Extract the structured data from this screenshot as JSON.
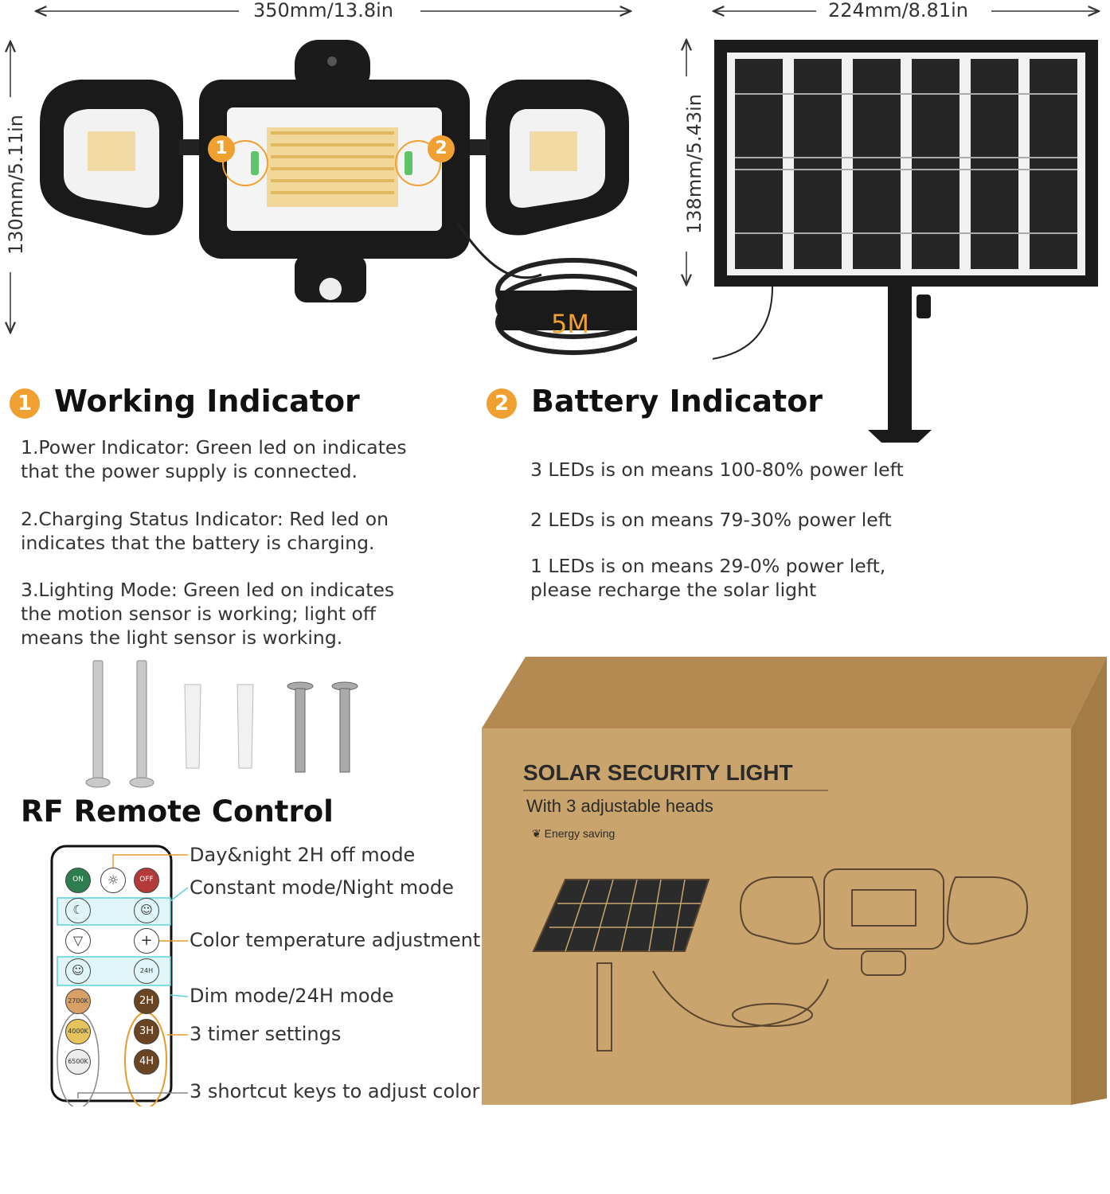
{
  "dimensions": {
    "light_width": "350mm/13.8in",
    "panel_width": "224mm/8.81in",
    "light_height": "130mm/5.11in",
    "panel_height": "138mm/5.43in",
    "cable_length": "5M"
  },
  "product_badges": [
    "1",
    "2"
  ],
  "working_indicator": {
    "badge": "1",
    "title": "Working Indicator",
    "items": [
      "1.Power Indicator: Green led on indicates\nthat the power supply is connected.",
      "2.Charging Status Indicator: Red led on\nindicates that the battery is charging.",
      "3.Lighting Mode: Green led on indicates\nthe motion sensor is working; light off\nmeans the light sensor is working."
    ]
  },
  "battery_indicator": {
    "badge": "2",
    "title": "Battery Indicator",
    "items": [
      "3 LEDs is on means 100-80% power left",
      "2 LEDs is on means 79-30% power left",
      "1 LEDs is on means 29-0% power left,\n please recharge the solar light"
    ]
  },
  "remote": {
    "title": "RF Remote Control",
    "labels": [
      "Day&night 2H off mode",
      "Constant mode/Night mode",
      "Color temperature adjustment",
      "Dim mode/24H mode",
      "3 timer settings",
      "3 shortcut keys to adjust color"
    ],
    "keys": {
      "on": "ON",
      "off": "OFF",
      "k2700": "2700K",
      "k4000": "4000K",
      "k6500": "6500K",
      "h2": "2H",
      "h3": "3H",
      "h4": "4H",
      "k24": "24H"
    }
  },
  "box": {
    "title": "SOLAR SECURITY LIGHT",
    "subtitle": "With 3 adjustable heads",
    "tag": "Energy saving"
  },
  "colors": {
    "badge_orange": "#f0a030",
    "box_tan": "#c9a46c",
    "remote_highlight": "#5fd0de",
    "timer_outline": "#e89a2c"
  }
}
